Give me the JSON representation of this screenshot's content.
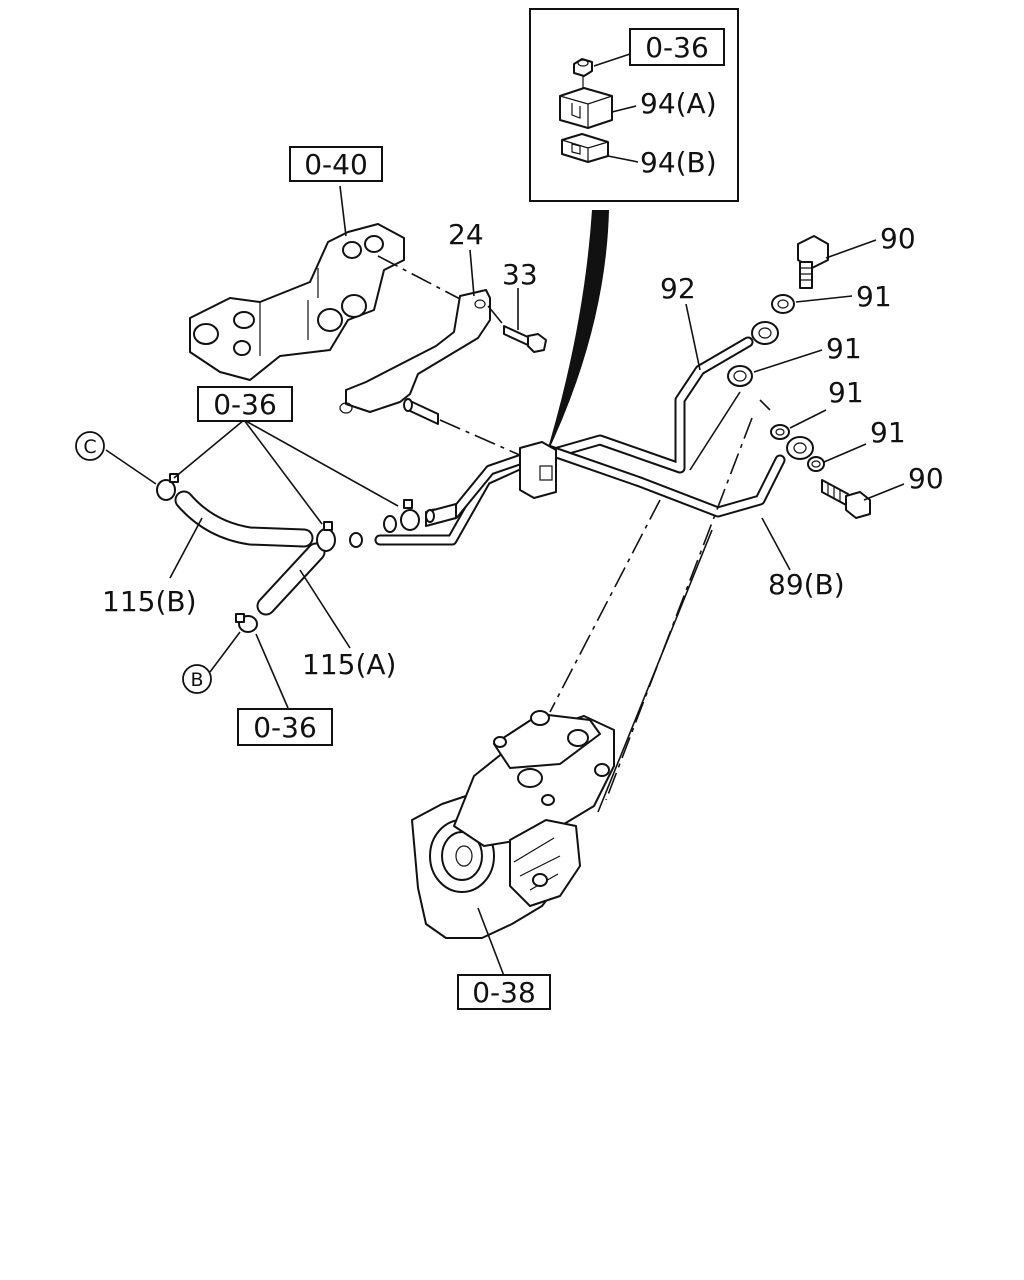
{
  "labels": {
    "ref_0_36_inset": "0-36",
    "part_94a": "94(A)",
    "part_94b": "94(B)",
    "ref_0_40": "0-40",
    "part_24": "24",
    "part_33": "33",
    "part_90_top": "90",
    "part_91_a": "91",
    "part_92": "92",
    "part_91_b": "91",
    "part_91_c": "91",
    "part_91_d": "91",
    "part_90_bottom": "90",
    "ref_0_36_left": "0-36",
    "callout_c": "C",
    "part_115b": "115(B)",
    "part_115a": "115(A)",
    "callout_b": "B",
    "ref_0_36_bottom": "0-36",
    "part_89b": "89(B)",
    "ref_0_38": "0-38"
  },
  "colors": {
    "ink": "#111111",
    "paper": "#ffffff"
  }
}
